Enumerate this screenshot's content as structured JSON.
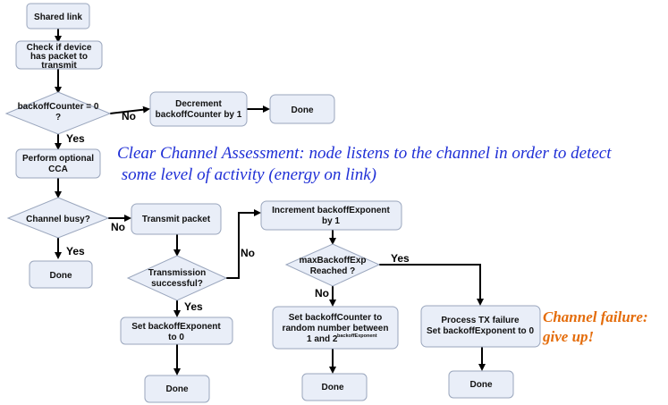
{
  "nodes": {
    "shared_link": "Shared link",
    "check_device": [
      "Check if device",
      "has packet to",
      "transmit"
    ],
    "backoff_zero": [
      "backoffCounter = 0",
      "?"
    ],
    "decrement": [
      "Decrement",
      "backoffCounter by 1"
    ],
    "done_top": "Done",
    "perform_cca": [
      "Perform optional",
      "CCA"
    ],
    "channel_busy": "Channel busy?",
    "done_left": "Done",
    "transmit": "Transmit packet",
    "tx_success": [
      "Transmission",
      "successful?"
    ],
    "set_exp_zero": [
      "Set backoffExponent",
      "to 0"
    ],
    "done_bottom1": "Done",
    "increment": [
      "Increment backoffExponent",
      "by 1"
    ],
    "max_backoff": [
      "maxBackoffExp",
      "Reached ?"
    ],
    "set_counter": [
      "Set backoffCounter to",
      "random number between",
      "1 and 2"
    ],
    "set_counter_sup": "backoffExponent",
    "done_bottom2": "Done",
    "tx_failure": [
      "Process TX failure",
      "Set backoffExponent to 0"
    ],
    "done_bottom3": "Done"
  },
  "edges": {
    "no_backoff": "No",
    "yes_backoff": "Yes",
    "no_busy": "No",
    "yes_busy": "Yes",
    "no_success": "No",
    "yes_success": "Yes",
    "yes_max": "Yes",
    "no_max": "No"
  },
  "annotations": {
    "cca": [
      "Clear Channel Assessment: node listens to the channel in order to detect",
      " some level of activity (energy on link)"
    ],
    "channel_failure": [
      "Channel failure:",
      "give up!"
    ]
  },
  "colors": {
    "box_fill": "#e9eef8",
    "box_stroke": "#9aa6bd",
    "cca_text": "#1f2fd6",
    "failure_text": "#e46c0a"
  }
}
